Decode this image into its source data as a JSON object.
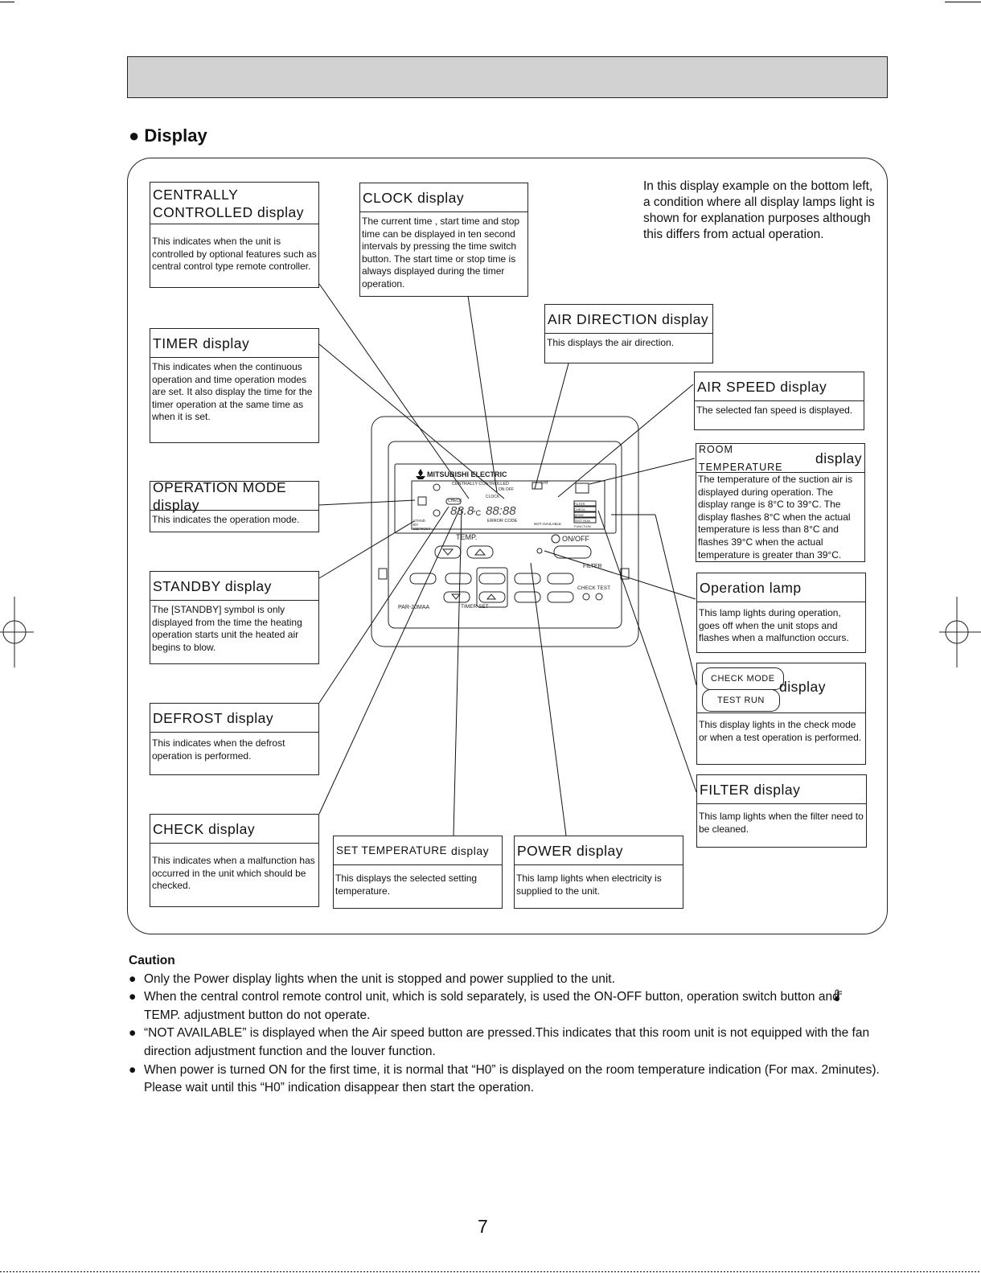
{
  "section": {
    "bullet": "●",
    "title": "Display"
  },
  "intro": "In this display example on the bottom left, a condition where all display lamps light is shown for explanation purposes although this differs from actual operation.",
  "callouts": {
    "centrally": {
      "title": "CENTRALLY CONTROLLED display",
      "body": "This indicates when the unit is controlled by optional features such as central control type remote controller."
    },
    "clock": {
      "title": "CLOCK  display",
      "body": "The current time , start time and stop time can be displayed in ten second intervals by pressing the time switch button. The start time or stop time is always displayed during the timer operation."
    },
    "air_direction": {
      "title": "AIR DIRECTION  display",
      "body": "This displays the air direction."
    },
    "timer": {
      "title": "TIMER display",
      "body": "This indicates when the continuous operation and time operation modes are set. It also display the time for the timer operation at the same time as when it is set."
    },
    "air_speed": {
      "title": "AIR SPEED  display",
      "body": "The selected fan speed is displayed."
    },
    "room_temp": {
      "title": "ROOM TEMPERATURE",
      "title_suffix": "display",
      "body": "The temperature of the suction air is displayed during operation. The display range is 8°C to 39°C. The display flashes 8°C when the actual temperature is less than 8°C and flashes 39°C when the actual temperature is greater than 39°C."
    },
    "operation_mode": {
      "title": "OPERATION MODE display",
      "body": "This indicates the operation mode."
    },
    "standby": {
      "title": "STANDBY display",
      "body": "The [STANDBY] symbol is only displayed from the time the heating operation starts unit the heated air begins to blow."
    },
    "operation_lamp": {
      "title": "Operation lamp",
      "body": "This lamp lights during operation, goes off when the unit stops and flashes when a malfunction occurs."
    },
    "check_mode": {
      "tag1": "CHECK MODE",
      "tag2": "TEST RUN",
      "title": "display",
      "body": "This display lights in the check mode or when a test operation is performed."
    },
    "defrost": {
      "title": "DEFROST display",
      "body": "This indicates when the defrost operation is performed."
    },
    "filter": {
      "title": "FILTER display",
      "body": "This lamp lights when the filter need to be cleaned."
    },
    "check": {
      "title": "CHECK display",
      "body": "This indicates when a malfunction has occurred in the unit which should be checked."
    },
    "set_temp": {
      "title": "SET TEMPERATURE",
      "title_suffix": "display",
      "body": "This displays the selected setting temperature."
    },
    "power": {
      "title": "POWER display",
      "body": "This lamp lights when electricity is supplied to the unit."
    }
  },
  "remote": {
    "brand": "MITSUBISHI ELECTRIC",
    "centrally_controlled": "CENTRALLY CONTROLLED",
    "on_off_small": "ON   OFF",
    "clock_label": "CLOCK",
    "check_label": "CHECK",
    "temp_digits": "88.8",
    "temp_unit": "°C",
    "clock_digits": "88:88",
    "error_code": "ERROR CODE",
    "one_hr": "1Hr",
    "not_available": "NOT AVAILABLE",
    "standby_defrost": "STAND BY DEFROST",
    "temp_label": "TEMP.",
    "on_off_label": "ON/OFF",
    "filter_label": "FILTER",
    "check_test": "CHECK  TEST",
    "timer_set": "TIMER SET",
    "model": "PAR-20MAA",
    "indicator_labels": [
      "FILTER",
      "CHECK MODE",
      "TEST RUN",
      "FUNCTION"
    ]
  },
  "caution": {
    "title": "Caution",
    "items": [
      "Only the Power display lights when the unit is stopped and power supplied to the unit.",
      "When the central control remote control unit, which is sold separately, is used the ON-OFF button, operation switch button and",
      "“NOT AVAILABLE” is displayed when the Air speed button are pressed.This indicates that this room unit is not equipped with the fan direction adjustment function and the louver function.",
      "When power is turned ON for the first time, it is normal that “H0” is displayed on the room temperature indication (For max. 2minutes). Please wait until this “H0” indication disappear then start the operation."
    ],
    "item2_tail": "TEMP. adjustment button do not operate.",
    "bullet": "●"
  },
  "page_number": "7"
}
